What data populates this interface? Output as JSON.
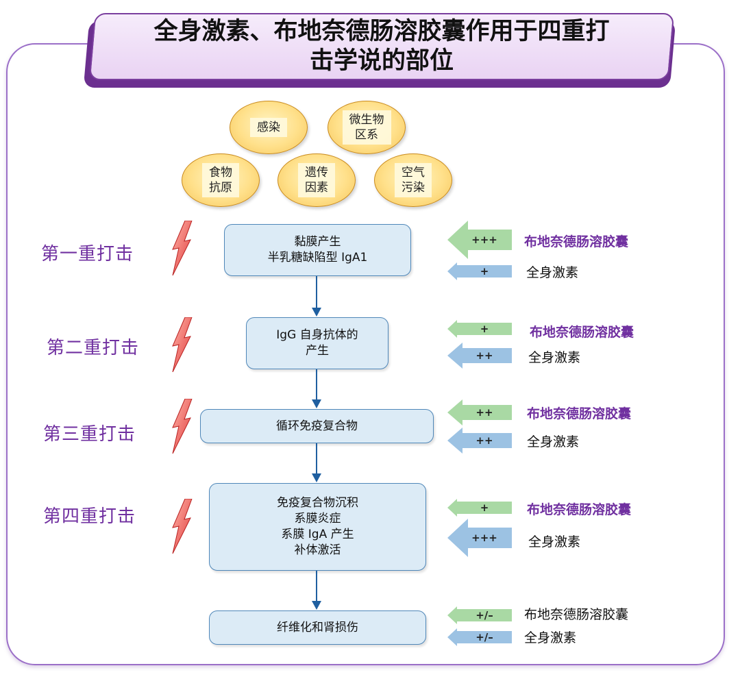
{
  "title": {
    "line1": "全身激素、布地奈德肠溶胶囊作用于四重打",
    "line2": "击学说的部位"
  },
  "factors": [
    {
      "line1": "感染",
      "line2": ""
    },
    {
      "line1": "微生物",
      "line2": "区系"
    },
    {
      "line1": "食物",
      "line2": "抗原"
    },
    {
      "line1": "遗传",
      "line2": "因素"
    },
    {
      "line1": "空气",
      "line2": "污染"
    }
  ],
  "stages": [
    "第一重打击",
    "第二重打击",
    "第三重打击",
    "第四重打击"
  ],
  "boxes": [
    {
      "lines": [
        "黏膜产生",
        "半乳糖缺陷型 IgA1"
      ]
    },
    {
      "lines": [
        "IgG 自身抗体的",
        "产生"
      ]
    },
    {
      "lines": [
        "循环免疫复合物"
      ]
    },
    {
      "lines": [
        "免疫复合物沉积",
        "系膜炎症",
        "系膜 IgA 产生",
        "补体激活"
      ]
    },
    {
      "lines": [
        "纤维化和肾损伤"
      ]
    }
  ],
  "effects": [
    {
      "budesonide": "+++",
      "steroid": "+"
    },
    {
      "budesonide": "+",
      "steroid": "++"
    },
    {
      "budesonide": "++",
      "steroid": "++"
    },
    {
      "budesonide": "+",
      "steroid": "+++"
    },
    {
      "budesonide": "+/–",
      "steroid": "+/–"
    }
  ],
  "labels": {
    "budesonide": "布地奈德肠溶胶囊",
    "steroid": "全身激素"
  },
  "colors": {
    "budesonide_arrow": "#a9d9a4",
    "steroid_arrow": "#9cc2e3",
    "stage_text": "#7030a0",
    "bolt": "#e04040"
  }
}
